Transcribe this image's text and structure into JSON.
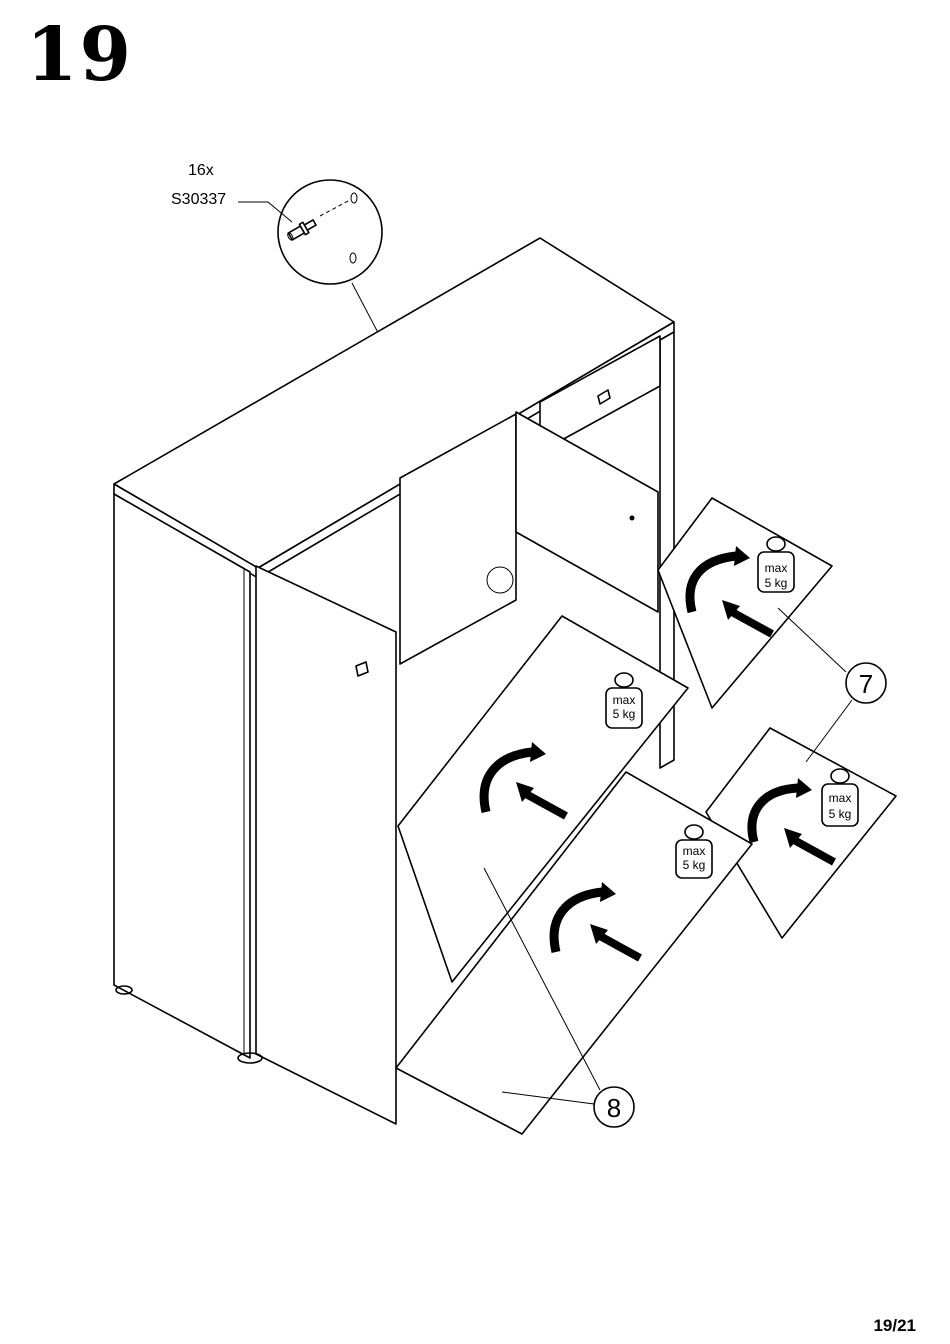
{
  "header": {
    "step": "19"
  },
  "part": {
    "quantity": "16x",
    "code": "S30337"
  },
  "weights": [
    {
      "line1": "max",
      "line2": "5 kg"
    },
    {
      "line1": "max",
      "line2": "5 kg"
    },
    {
      "line1": "max",
      "line2": "5 kg"
    },
    {
      "line1": "max",
      "line2": "5 kg"
    }
  ],
  "callouts": {
    "shelf_upper": "7",
    "shelf_lower": "8"
  },
  "footer": {
    "page": "19/21"
  }
}
